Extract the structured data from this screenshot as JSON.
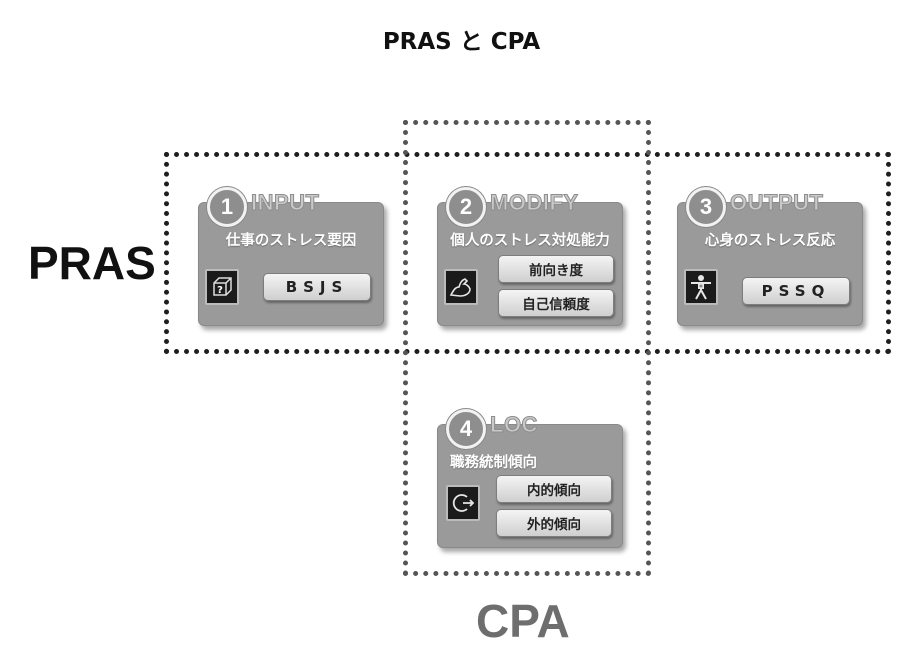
{
  "title": "PRAS と CPA",
  "labels": {
    "pras": "PRAS",
    "cpa": "CPA"
  },
  "cards": [
    {
      "num": "1",
      "head": "INPUT",
      "title": "仕事のストレス要因",
      "icon": "question-box-icon",
      "buttons": [
        "BSJS"
      ]
    },
    {
      "num": "2",
      "head": "MODIFY",
      "title": "個人のストレス対処能力",
      "icon": "flexed-arm-icon",
      "buttons": [
        "前向き度",
        "自己信頼度"
      ]
    },
    {
      "num": "3",
      "head": "OUTPUT",
      "title": "心身のストレス反応",
      "icon": "human-body-icon",
      "buttons": [
        "PSSQ"
      ]
    },
    {
      "num": "4",
      "head": "LOC",
      "title": "職務統制傾向",
      "icon": "circle-arrow-icon",
      "buttons": [
        "内的傾向",
        "外的傾向"
      ]
    }
  ]
}
